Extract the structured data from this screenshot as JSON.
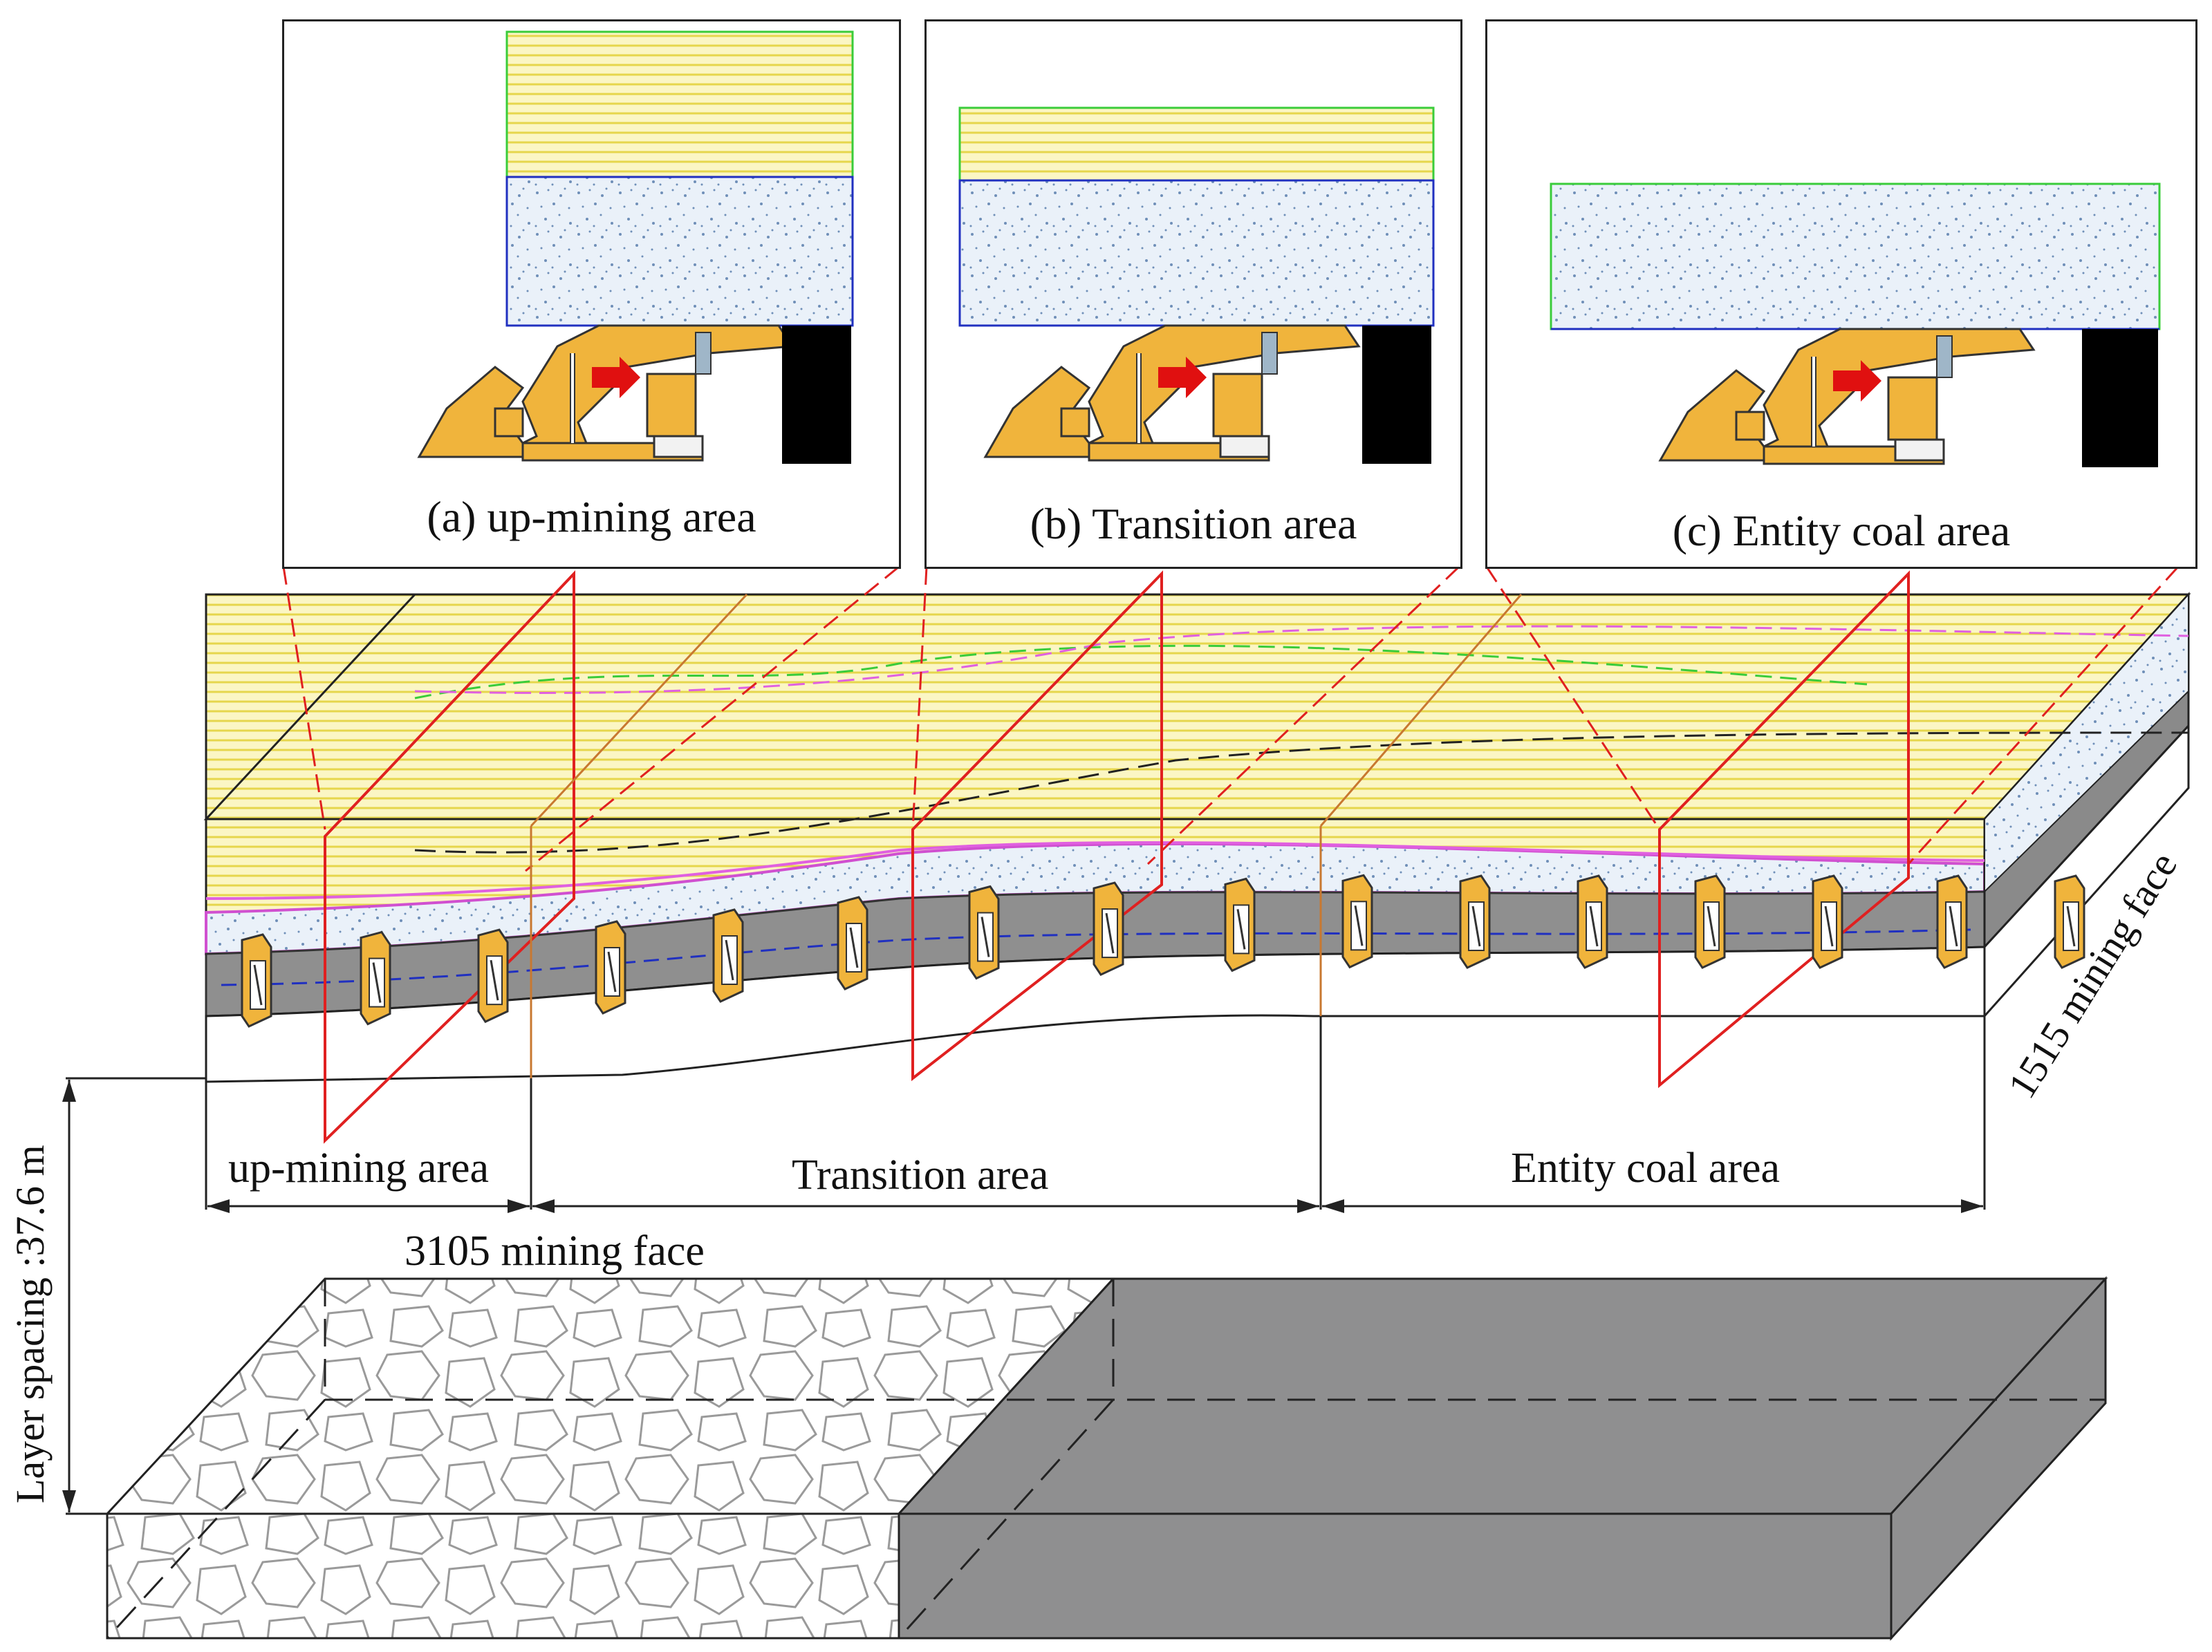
{
  "panels": [
    {
      "caption": "(a) up-mining  area"
    },
    {
      "caption": "(b) Transition area"
    },
    {
      "caption": "(c) Entity coal area"
    }
  ],
  "zones": {
    "up_mining": "up-mining  area",
    "transition": "Transition area",
    "entity_coal": "Entity coal area"
  },
  "labels": {
    "face_1515": "1515 mining face",
    "face_3105": "3105 mining face",
    "layer_spacing": "Layer spacing :37.6 m"
  },
  "colors": {
    "roof_layer": "#fbf3b0",
    "roof_stripe": "#e8d84a",
    "sand_layer": "#dfe9f5",
    "coal_seam": "#8c8c8c",
    "support": "#f0b43c",
    "arrow": "#e01010",
    "goaf": "#ffffff",
    "lower_coal": "#8f8f8f"
  }
}
